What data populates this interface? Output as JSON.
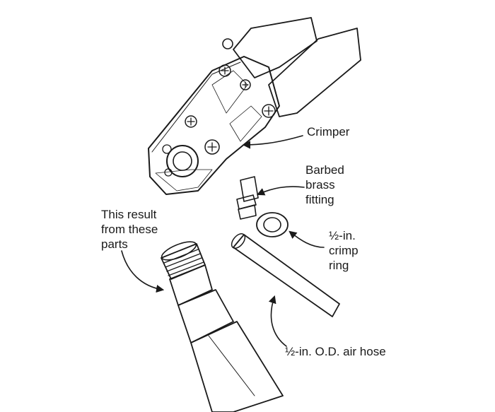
{
  "labels": {
    "crimper": "Crimper",
    "fitting_line1": "Barbed",
    "fitting_line2": "brass",
    "fitting_line3": "fitting",
    "result_line1": "This result",
    "result_line2": "from these",
    "result_line3": "parts",
    "ring_line1": "½-in.",
    "ring_line2": "crimp",
    "ring_line3": "ring",
    "hose": "½-in. O.D. air hose"
  },
  "colors": {
    "ink": "#1a1a1a",
    "paper": "#ffffff"
  }
}
